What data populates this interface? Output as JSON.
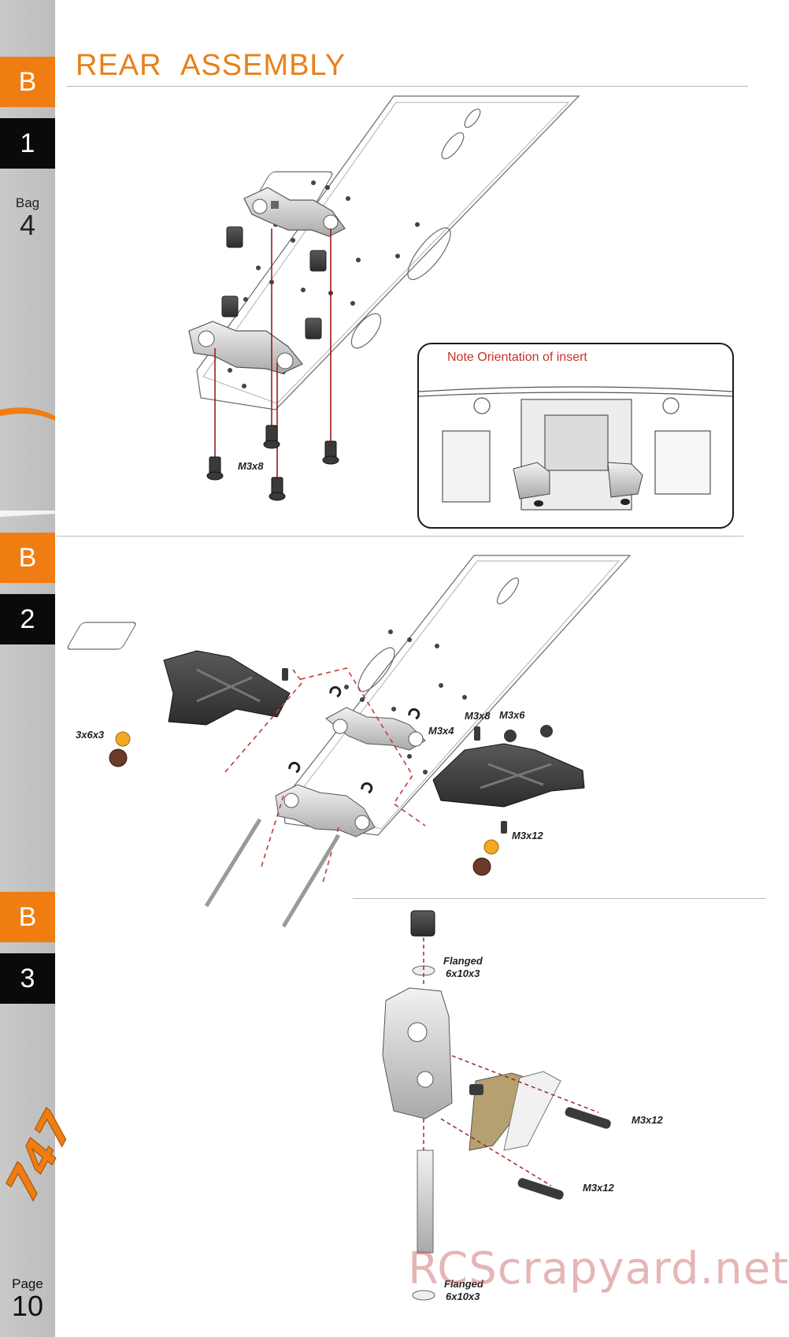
{
  "header": {
    "title": "REAR  ASSEMBLY"
  },
  "sidebar": {
    "steps": [
      {
        "section": "B",
        "number": "1"
      },
      {
        "section": "B",
        "number": "2"
      },
      {
        "section": "B",
        "number": "3"
      }
    ],
    "bag": {
      "label": "Bag",
      "number": "4"
    },
    "logo_text": "747",
    "page": {
      "label": "Page",
      "number": "10"
    }
  },
  "step_b1": {
    "screw_label": "M3x8",
    "note": "Note Orientation of insert"
  },
  "step_b2": {
    "labels": {
      "left_ball": "3x6x3",
      "m3x8": "M3x8",
      "m3x6": "M3x6",
      "m3x4": "M3x4",
      "m3x12": "M3x12"
    }
  },
  "step_b3": {
    "bearing_top": [
      "Flanged",
      "6x10x3"
    ],
    "screw_a": "M3x12",
    "screw_b": "M3x12",
    "bearing_bottom": [
      "Flanged",
      "6x10x3"
    ]
  },
  "watermark": "RCScrapyard.net",
  "colors": {
    "accent": "#f07d12",
    "tab_dark": "#0a0a0a",
    "sidebar": "#c4c4c4",
    "note": "#c8322a",
    "guide_line": "#9b1b1b"
  }
}
